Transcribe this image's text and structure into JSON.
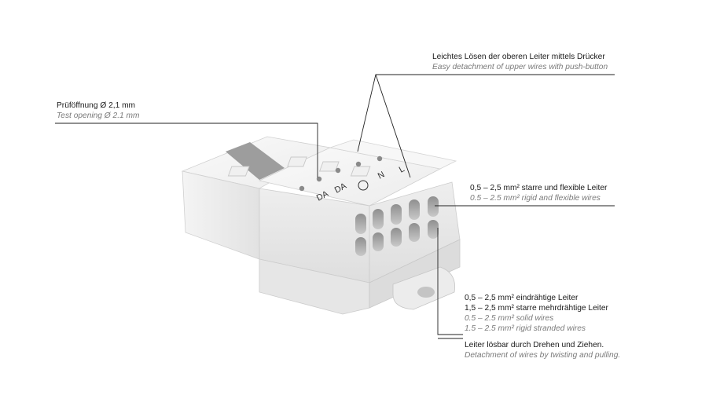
{
  "annotations": {
    "push_button": {
      "de": "Leichtes Lösen der oberen Leiter mittels Drücker",
      "en": "Easy detachment of upper wires with push-button"
    },
    "test_opening": {
      "de": "Prüföffnung Ø 2,1 mm",
      "en": "Test opening Ø 2.1 mm"
    },
    "wire_range": {
      "de": "0,5 – 2,5 mm² starre und flexible Leiter",
      "en": "0.5 – 2.5 mm² rigid and flexible wires"
    },
    "solid_stranded": {
      "de1": "0,5 – 2,5 mm² eindrähtige Leiter",
      "de2": "1,5 – 2,5 mm² starre mehrdrähtige Leiter",
      "en1": "0.5 – 2.5 mm² solid wires",
      "en2": "1.5 – 2.5 mm² rigid stranded wires"
    },
    "detachment": {
      "de": "Leiter lösbar durch Drehen und Ziehen.",
      "en": "Detachment of wires by twisting and pulling."
    }
  },
  "terminal_markings": [
    "DA",
    "DA",
    "N",
    "L"
  ],
  "colors": {
    "leader_line": "#222222",
    "housing": "#f2f2f2",
    "housing_shadow": "#d9d9d9",
    "slot": "#9a9a9a"
  }
}
